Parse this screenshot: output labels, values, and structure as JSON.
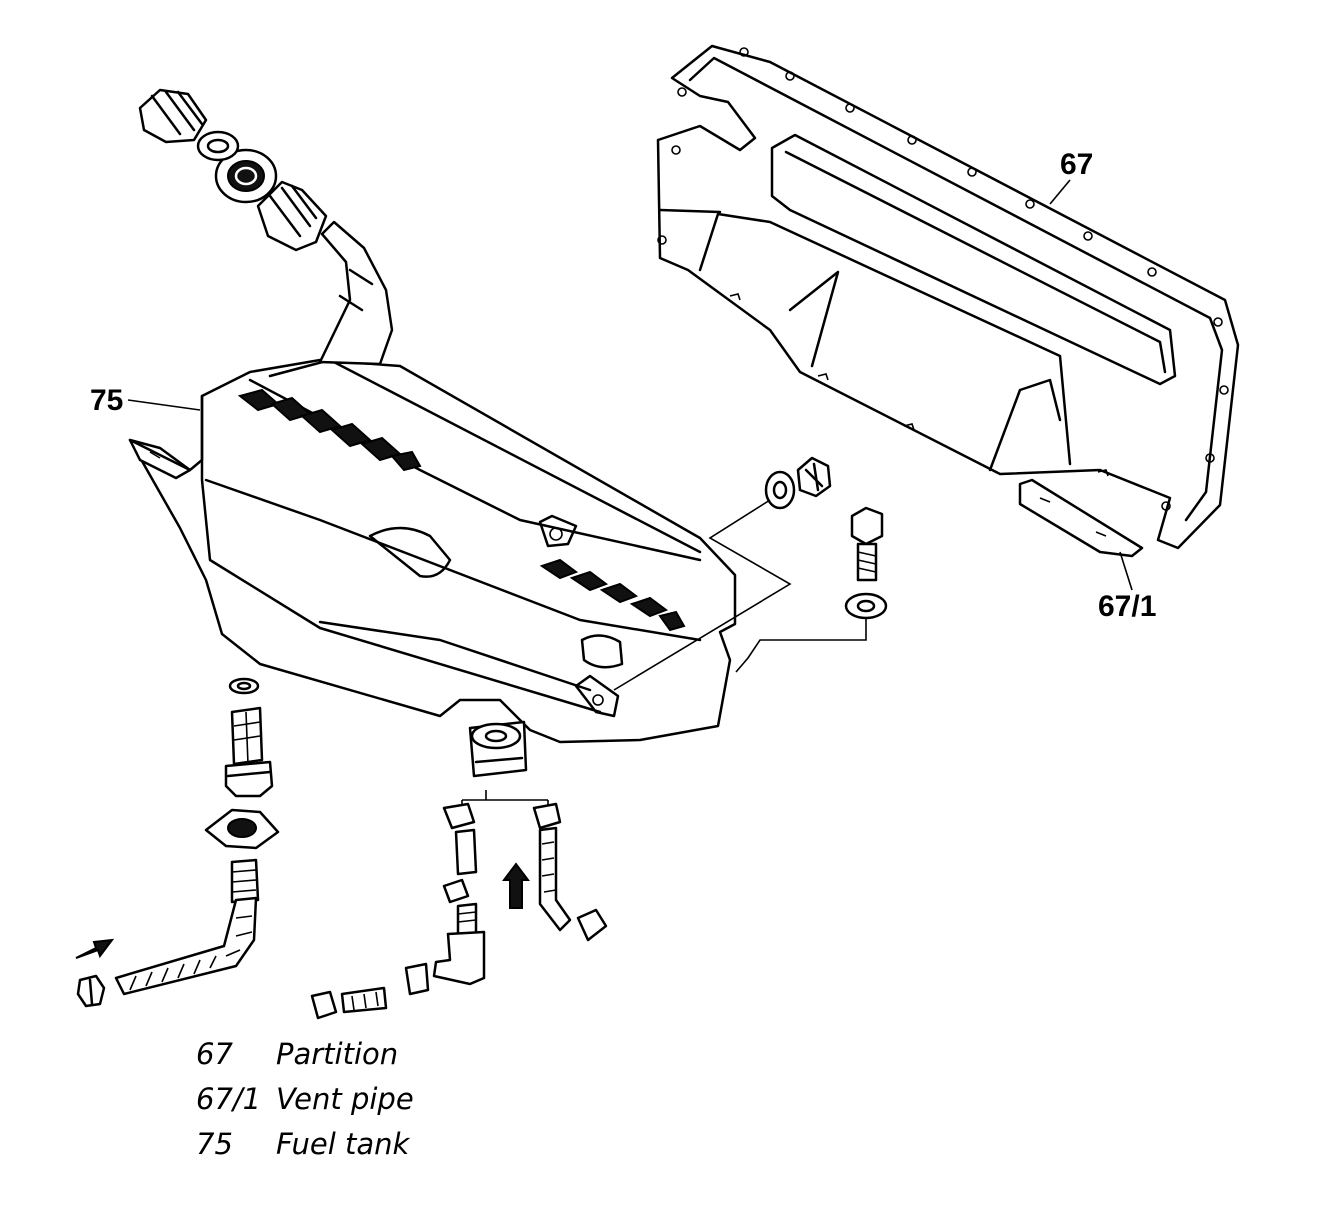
{
  "callouts": {
    "partition": "67",
    "vent_pipe": "67/1",
    "fuel_tank": "75"
  },
  "legend": [
    {
      "number": "67",
      "description": "Partition"
    },
    {
      "number": "67/1",
      "description": "Vent pipe"
    },
    {
      "number": "75",
      "description": "Fuel tank"
    }
  ]
}
